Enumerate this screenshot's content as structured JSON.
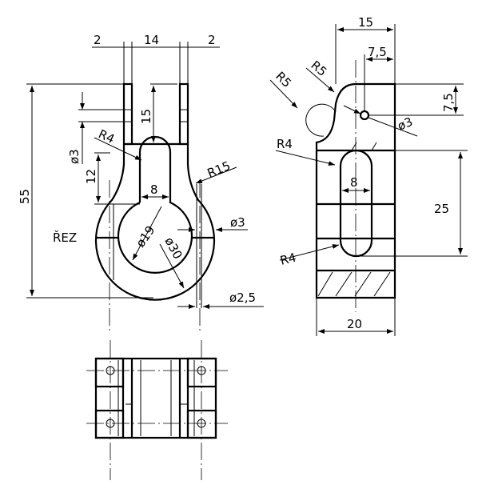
{
  "front_view": {
    "dims": {
      "left_wall": "2",
      "gap": "14",
      "right_wall": "2",
      "height": "55",
      "prong_height": "15",
      "hole": "ø3",
      "slot_depth": "12",
      "slot_radius": "R4",
      "slot_width": "8",
      "outer_radius": "R15",
      "hole_side": "ø3",
      "inner_dia": "ø19",
      "outer_dia": "ø30",
      "small_hole": "ø2,5"
    },
    "section_label": "ŘEZ"
  },
  "side_view": {
    "dims": {
      "width_top": "15",
      "hole_offset": "7,5",
      "hole_vertical": "7,5",
      "hole": "ø3",
      "radius_outer": "R5",
      "radius_inner": "R5",
      "slot_radius_top": "R4",
      "slot_width": "8",
      "slot_length": "25",
      "slot_radius_bottom": "R4",
      "width": "20"
    }
  }
}
